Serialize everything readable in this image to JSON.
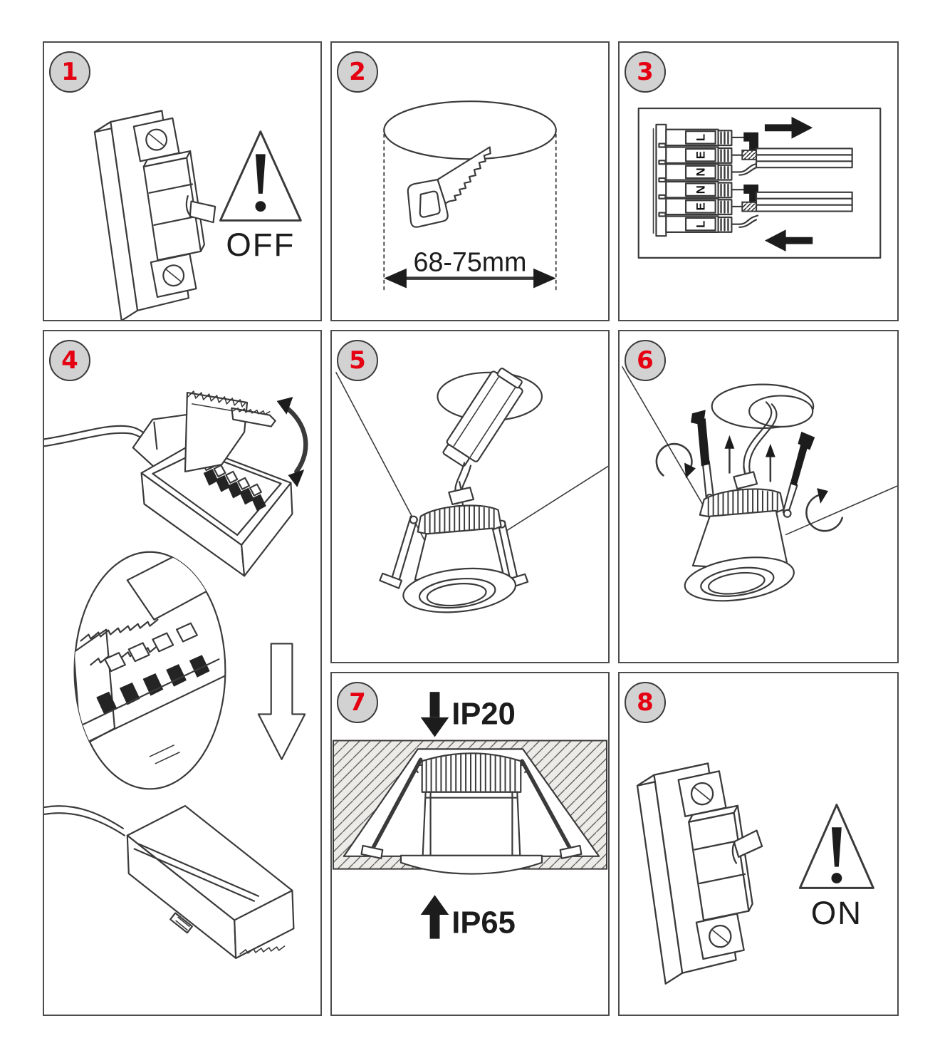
{
  "document": {
    "type": "installation-instruction-sheet",
    "subject": "recessed LED downlight"
  },
  "colors": {
    "background": "#ffffff",
    "panel_border": "#4c4c4c",
    "line": "#3a3a3a",
    "solid_black": "#1c1c1c",
    "badge_fill": "#d2d2d2",
    "badge_border": "#3a3a3a",
    "badge_number": "#e50012",
    "hatch_fill": "#edebe8"
  },
  "steps": [
    {
      "number": "1",
      "caption": "OFF"
    },
    {
      "number": "2",
      "dimension_label": "68-75mm"
    },
    {
      "number": "3",
      "terminal_labels": [
        "L",
        "E",
        "N",
        "N",
        "E",
        "L"
      ]
    },
    {
      "number": "4"
    },
    {
      "number": "5"
    },
    {
      "number": "6"
    },
    {
      "number": "7",
      "rating_top": "IP20",
      "rating_bottom": "IP65"
    },
    {
      "number": "8",
      "caption": "ON"
    }
  ]
}
